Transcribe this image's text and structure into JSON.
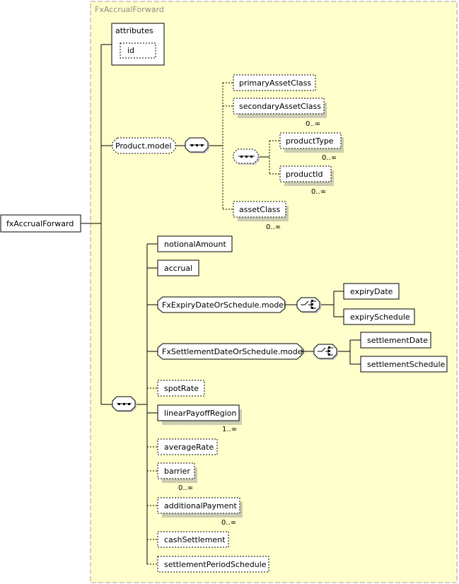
{
  "group": {
    "title": "FxAccrualForward"
  },
  "root": {
    "label": "fxAccrualForward"
  },
  "attributes": {
    "title": "attributes",
    "id_label": "id"
  },
  "product_model": {
    "label": "Product.model",
    "elements": {
      "primary_asset_class": "primaryAssetClass",
      "secondary_asset_class": "secondaryAssetClass",
      "secondary_asset_class_card": "0..∞",
      "product_type": "productType",
      "product_type_card": "0..∞",
      "product_id": "productId",
      "product_id_card": "0..∞",
      "asset_class": "assetClass",
      "asset_class_card": "0..∞"
    }
  },
  "main": {
    "notional_amount": "notionalAmount",
    "accrual": "accrual",
    "expiry_model": "FxExpiryDateOrSchedule.model",
    "expiry_date": "expiryDate",
    "expiry_schedule": "expirySchedule",
    "settlement_model": "FxSettlementDateOrSchedule.model",
    "settlement_date": "settlementDate",
    "settlement_schedule": "settlementSchedule",
    "spot_rate": "spotRate",
    "linear_payoff_region": "linearPayoffRegion",
    "linear_payoff_region_card": "1..∞",
    "average_rate": "averageRate",
    "barrier": "barrier",
    "barrier_card": "0..∞",
    "additional_payment": "additionalPayment",
    "additional_payment_card": "0..∞",
    "cash_settlement": "cashSettlement",
    "settlement_period_schedule": "settlementPeriodSchedule"
  },
  "colors": {
    "group_fill": "#ffffcc",
    "group_border": "#a0a0a0",
    "box_fill": "#ffffff",
    "line": "#000000",
    "shadow": "#9a9a9a"
  }
}
